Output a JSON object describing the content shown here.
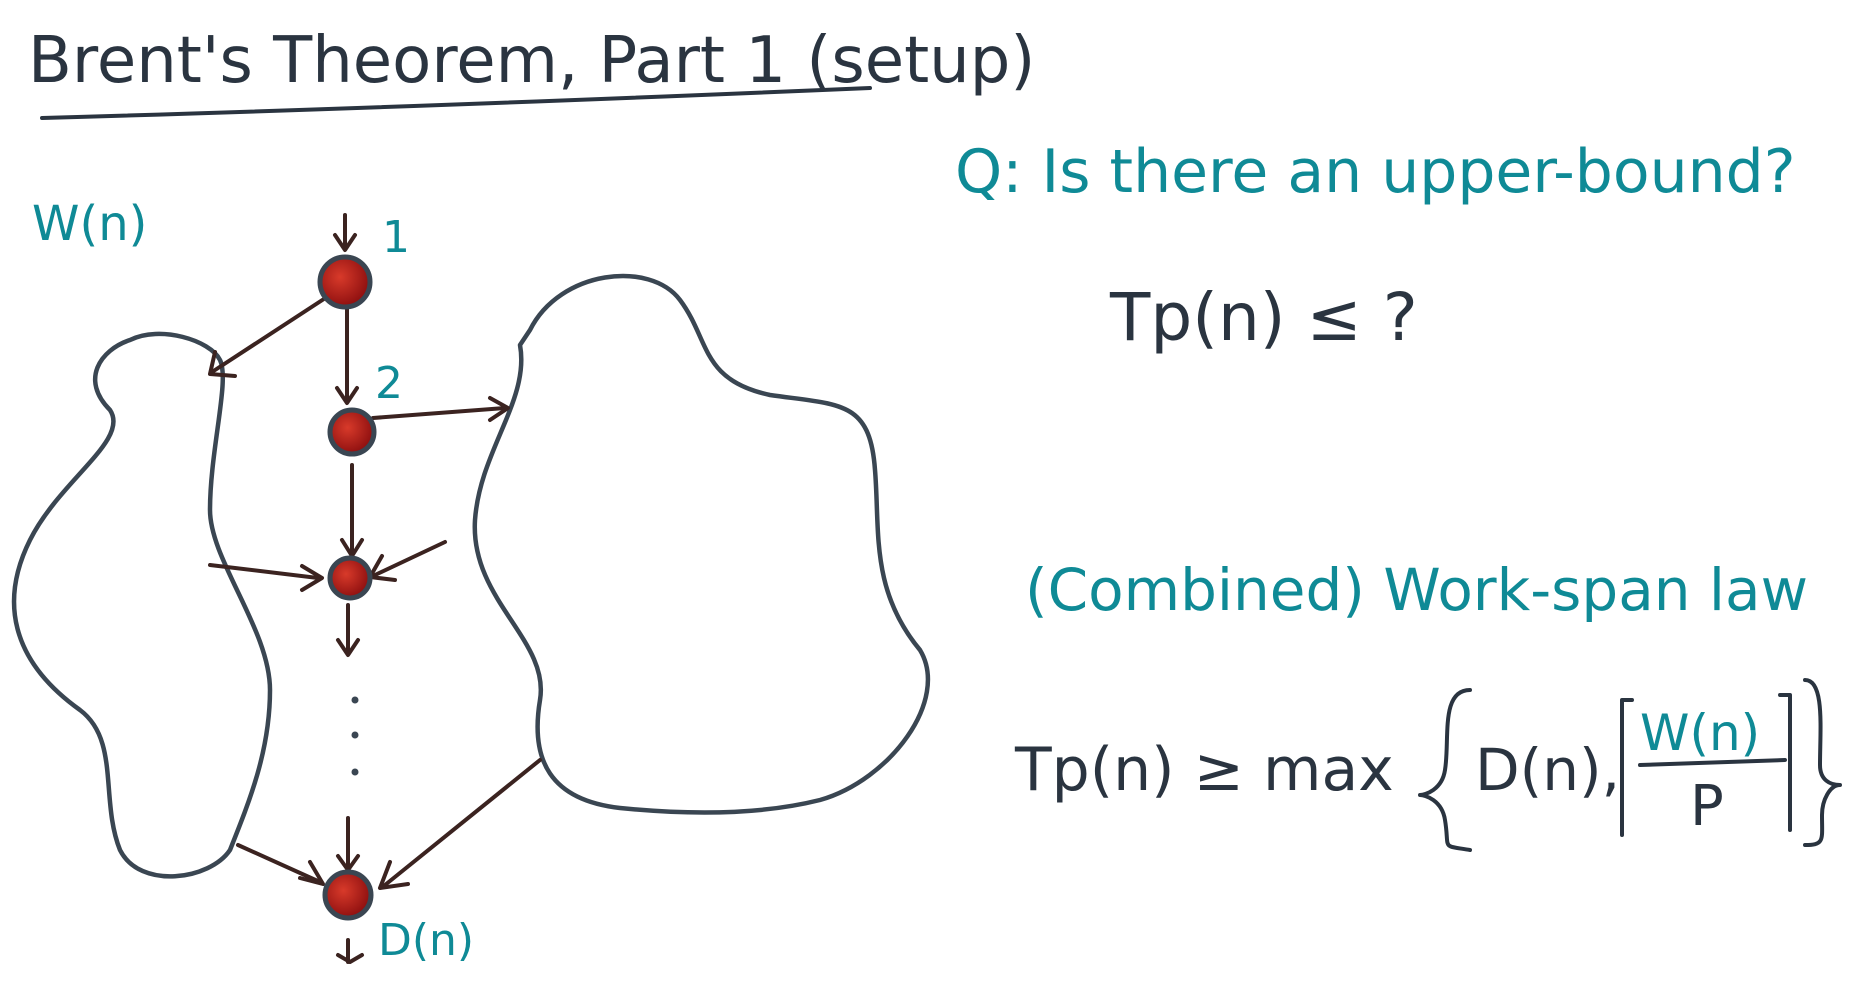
{
  "title": "Brent's Theorem, Part 1 (setup)",
  "diagram": {
    "work_label": "W(n)",
    "node_labels": [
      "1",
      "2"
    ],
    "depth_label": "D(n)"
  },
  "question": {
    "text": "Q: Is there an upper-bound?",
    "bound_expr": "Tp(n) ≤ ?"
  },
  "law": {
    "heading": "(Combined) Work-span law",
    "lhs": "Tp(n) ≥ max",
    "term1": "D(n),",
    "numerator": "W(n)",
    "denominator": "P"
  },
  "colors": {
    "ink": "#2a3440",
    "teal": "#0f8a96",
    "node": "#b31b1b",
    "arrow": "#3b2320"
  }
}
